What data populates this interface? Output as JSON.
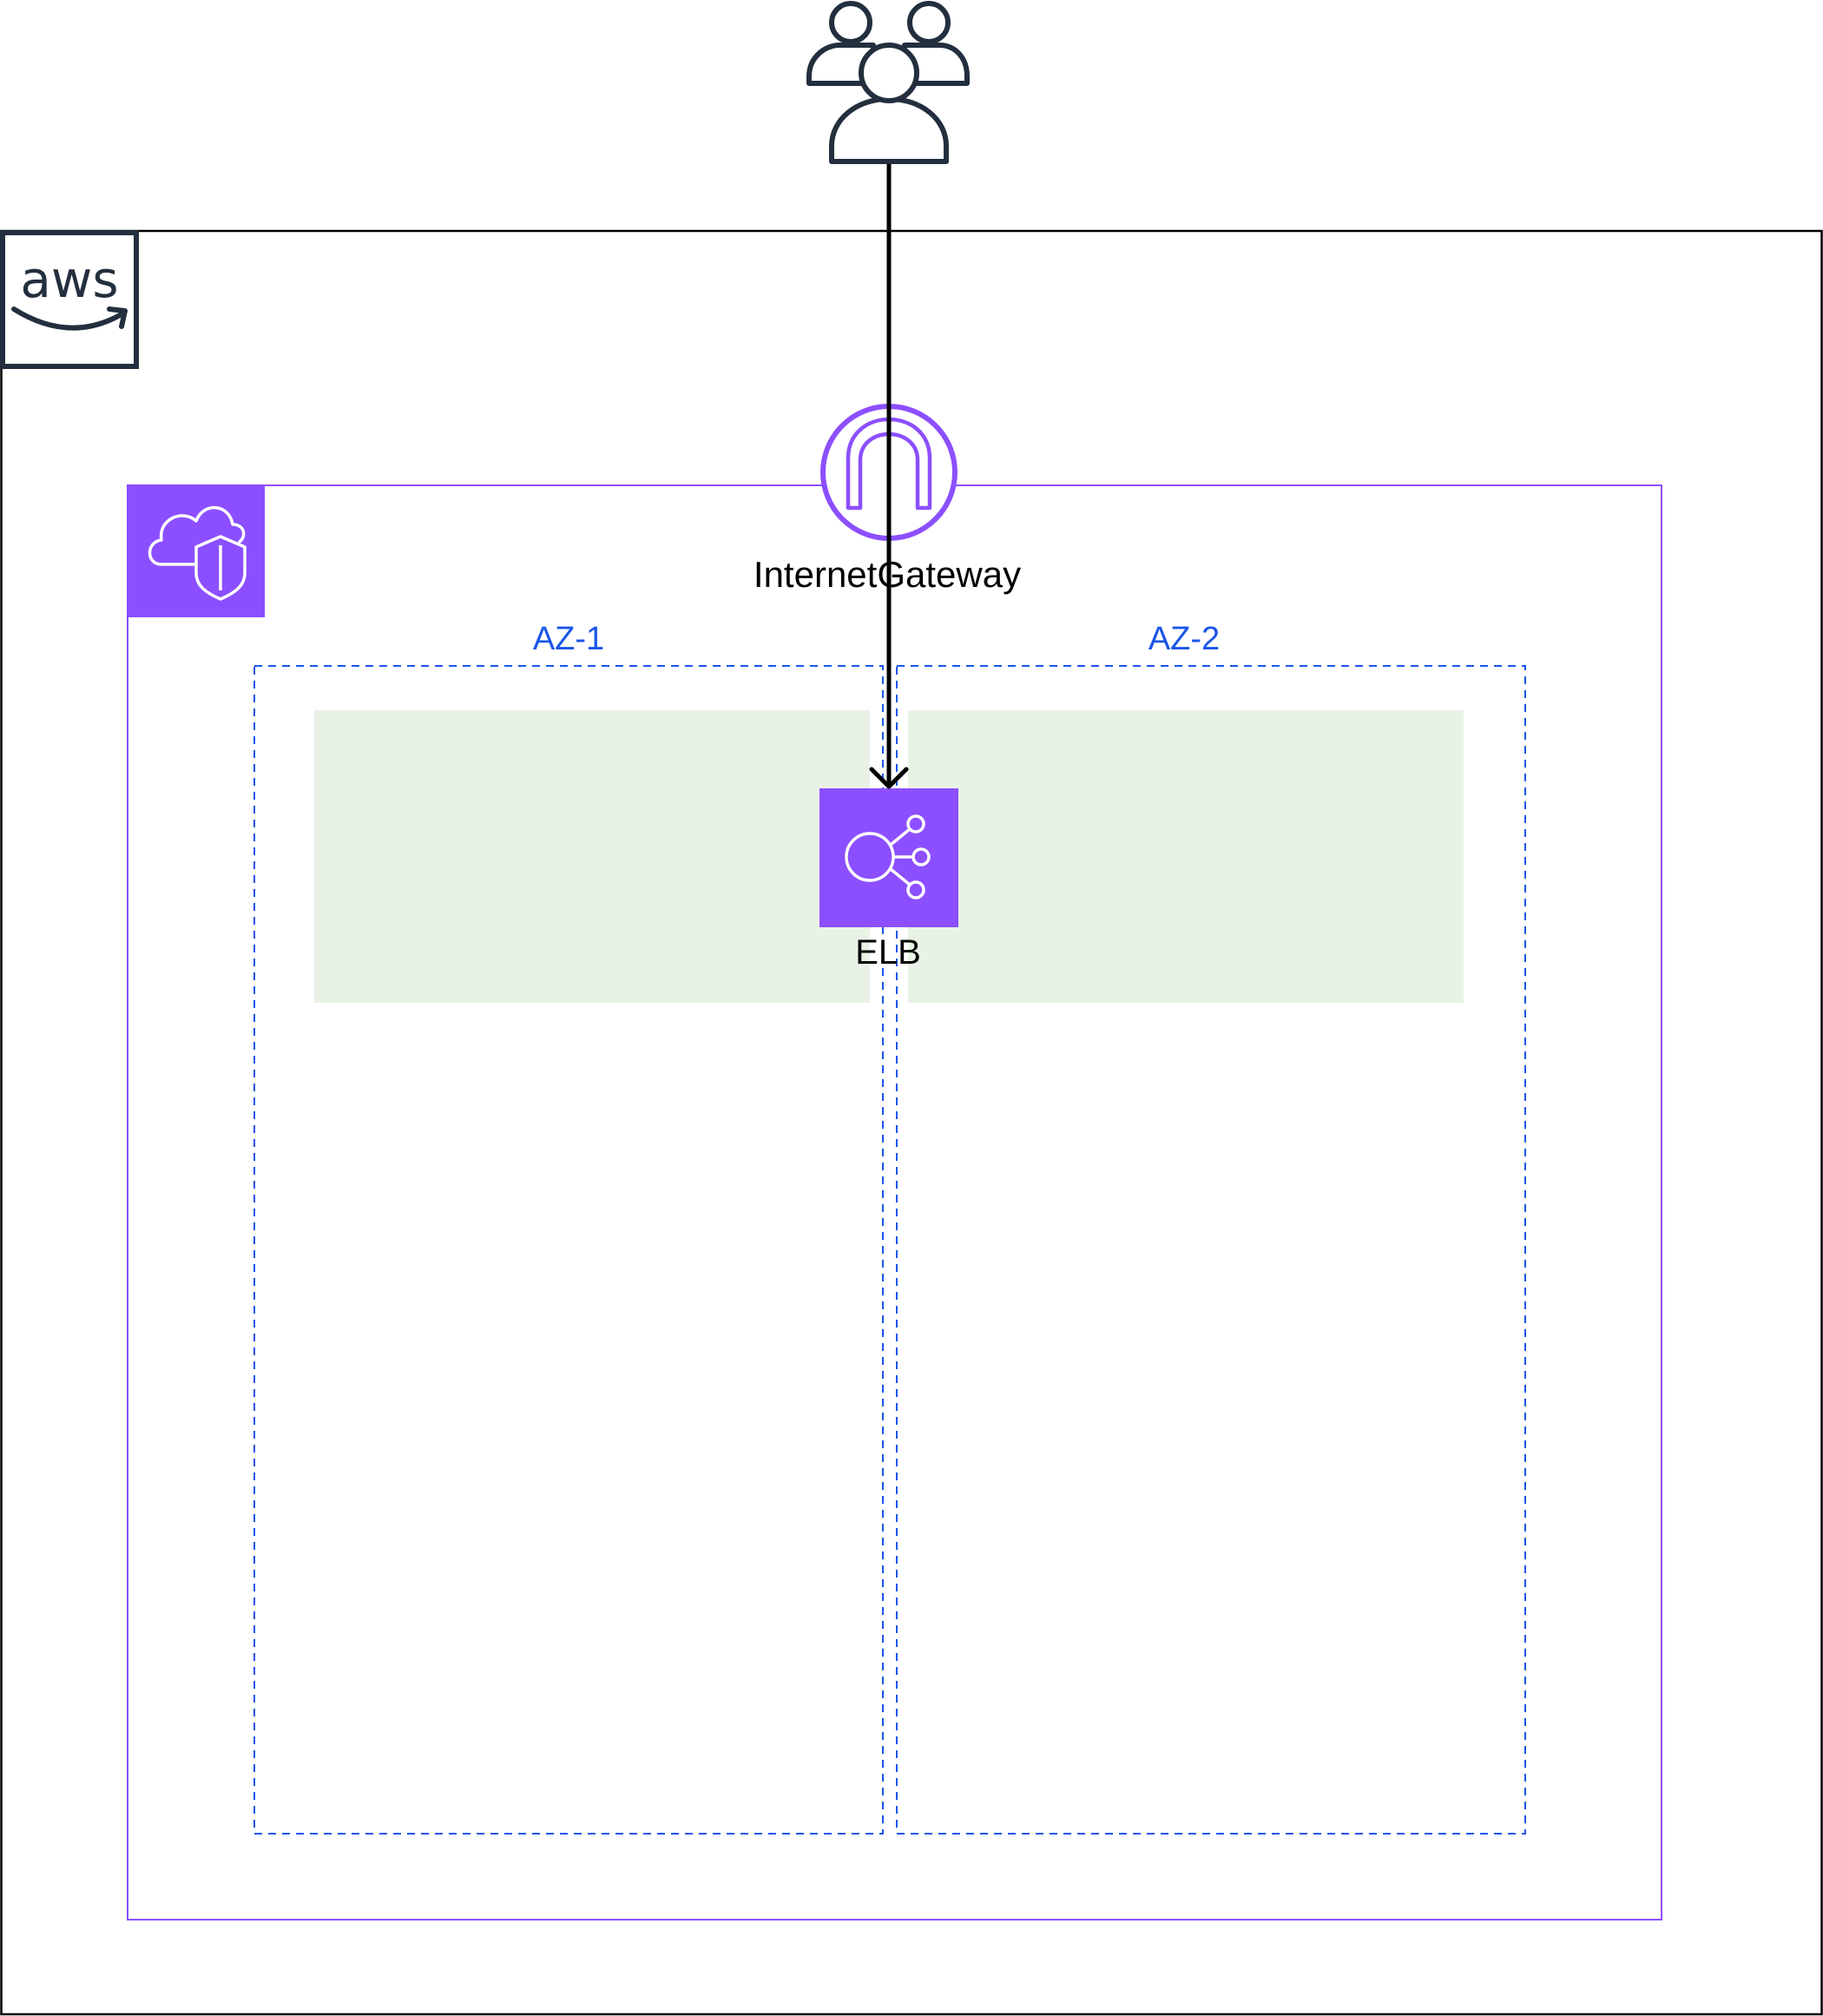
{
  "nodes": {
    "users": {
      "icon": "users-icon"
    },
    "aws_cloud": {
      "icon": "aws-logo-icon"
    },
    "vpc": {
      "icon": "vpc-cloud-shield-icon"
    },
    "internet_gateway": {
      "icon": "internet-gateway-icon",
      "label": "InternetGateway"
    },
    "elb": {
      "icon": "elastic-load-balancer-icon",
      "label": "ELB"
    }
  },
  "zones": {
    "az1": {
      "label": "AZ-1"
    },
    "az2": {
      "label": "AZ-2"
    }
  },
  "edges": [
    {
      "from": "users",
      "to": "elb",
      "via": "internet_gateway",
      "arrow": "end"
    }
  ],
  "colors": {
    "cloud_border": "#000000",
    "aws_dark": "#232F3E",
    "vpc_purple": "#8C4FFF",
    "az_blue": "#1A56E8",
    "public_subnet_fill": "#E8F3E6",
    "label_text": "#000000"
  }
}
